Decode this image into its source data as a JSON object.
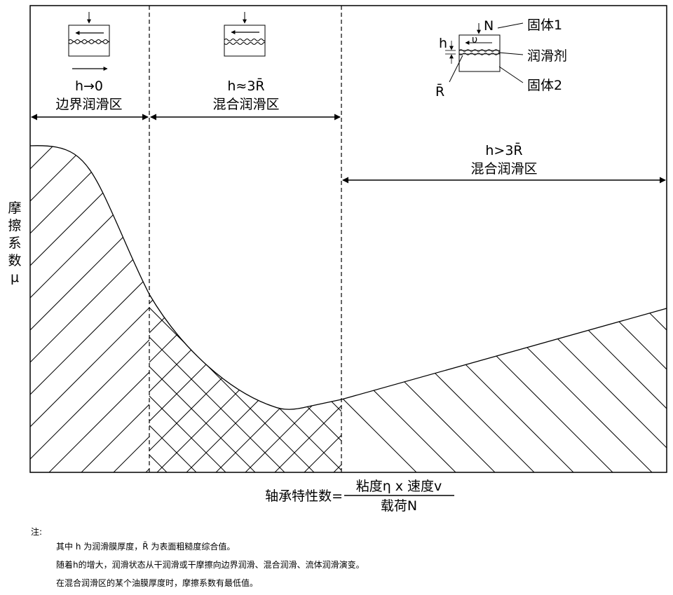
{
  "regions": {
    "boundary": {
      "h": "h→0",
      "name": "边界润滑区"
    },
    "mixed": {
      "h": "h≈3R̄",
      "name": "混合润滑区"
    },
    "fluid": {
      "h": "h>3R̄",
      "name": "混合润滑区"
    }
  },
  "inset": {
    "load": "N",
    "velocity": "υ",
    "film": "h",
    "roughness": "R̄",
    "solid1": "固体1",
    "lubricant": "润滑剂",
    "solid2": "固体2"
  },
  "axes": {
    "y_label": [
      "摩",
      "擦",
      "系",
      "数",
      "μ"
    ],
    "x_prefix": "轴承特性数=",
    "x_numerator": "粘度η  x  速度v",
    "x_denominator": "载荷N"
  },
  "notes": {
    "title": "注:",
    "lines": [
      "其中 h 为润滑膜厚度，R̄ 为表面粗糙度综合值。",
      "随着h的增大，润滑状态从干润滑或干摩擦向边界润滑、混合润滑、流体润滑演变。",
      "在混合润滑区的某个油膜厚度时，摩擦系数有最低值。"
    ]
  },
  "colors": {
    "ink": "#000000",
    "background": "#ffffff"
  }
}
